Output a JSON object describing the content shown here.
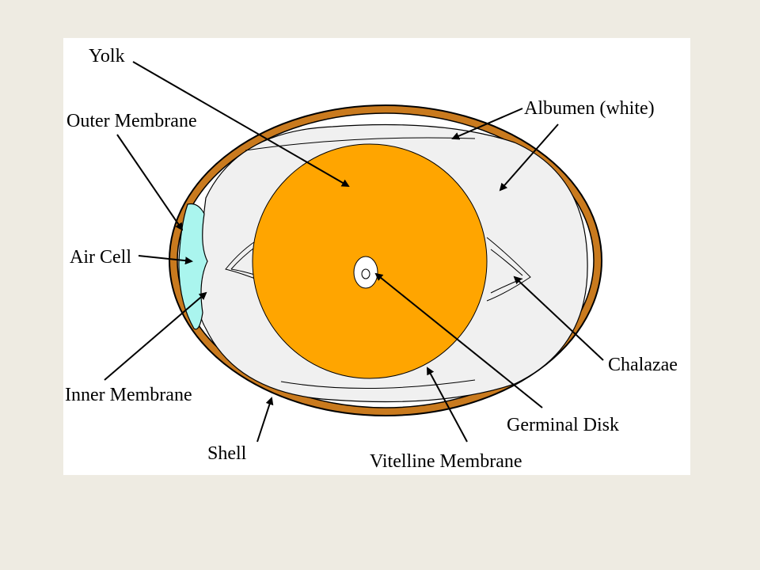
{
  "colors": {
    "slide_background": "#eeebe2",
    "panel_background": "#ffffff",
    "shell": "#c97a1e",
    "albumen": "#f0f0f0",
    "yolk": "#ffa500",
    "air_cell": "#aaf5ee",
    "line": "#000000"
  },
  "labels": {
    "yolk": "Yolk",
    "outer_membrane": "Outer Membrane",
    "air_cell": "Air Cell",
    "inner_membrane": "Inner Membrane",
    "shell": "Shell",
    "albumen": "Albumen (white)",
    "chalazae": "Chalazae",
    "germinal_disk": "Germinal Disk",
    "vitelline_membrane": "Vitelline Membrane"
  }
}
